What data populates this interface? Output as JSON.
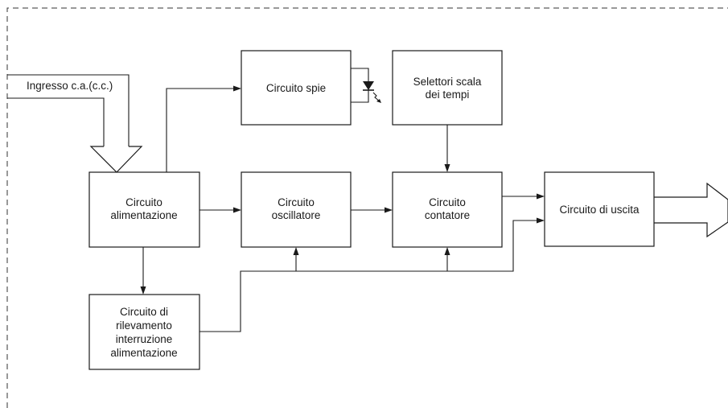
{
  "input_label": "Ingresso c.a.(c.c.)",
  "blocks": {
    "spie": [
      "Circuito spie"
    ],
    "selettori": [
      "Selettori scala",
      "dei tempi"
    ],
    "alimentazione": [
      "Circuito",
      "alimentazione"
    ],
    "oscillatore": [
      "Circuito",
      "oscillatore"
    ],
    "contatore": [
      "Circuito",
      "contatore"
    ],
    "uscita": [
      "Circuito di uscita"
    ],
    "rilevamento": [
      "Circuito di",
      "rilevamento",
      "interruzione",
      "alimentazione"
    ]
  }
}
